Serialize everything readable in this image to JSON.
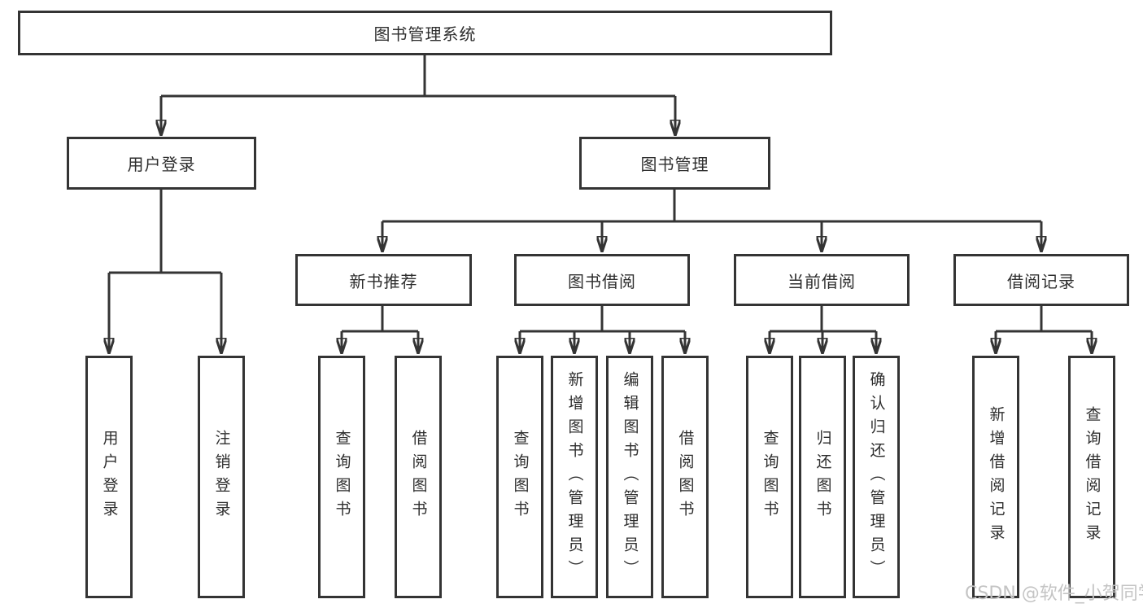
{
  "diagram": {
    "tree": {
      "root": {
        "label": "图书管理系统",
        "children": [
          {
            "label": "用户登录",
            "children": [
              {
                "label": "用户登录"
              },
              {
                "label": "注销登录"
              }
            ]
          },
          {
            "label": "图书管理",
            "children": [
              {
                "label": "新书推荐",
                "children": [
                  {
                    "label": "查询图书"
                  },
                  {
                    "label": "借阅图书"
                  }
                ]
              },
              {
                "label": "图书借阅",
                "children": [
                  {
                    "label": "查询图书"
                  },
                  {
                    "label": "新增图书（管理员）"
                  },
                  {
                    "label": "编辑图书（管理员）"
                  },
                  {
                    "label": "借阅图书"
                  }
                ]
              },
              {
                "label": "当前借阅",
                "children": [
                  {
                    "label": "查询图书"
                  },
                  {
                    "label": "归还图书"
                  },
                  {
                    "label": "确认归还（管理员）"
                  }
                ]
              },
              {
                "label": "借阅记录",
                "children": [
                  {
                    "label": "新增借阅记录"
                  },
                  {
                    "label": "查询借阅记录"
                  }
                ]
              }
            ]
          }
        ]
      }
    },
    "colors": {
      "line": "#343434",
      "box_border": "#343434",
      "text": "#2e2e2e",
      "background": "#ffffff",
      "watermark": "#c4c4c4"
    }
  },
  "watermark": {
    "text": "CSDN @软件_小贺同学"
  }
}
